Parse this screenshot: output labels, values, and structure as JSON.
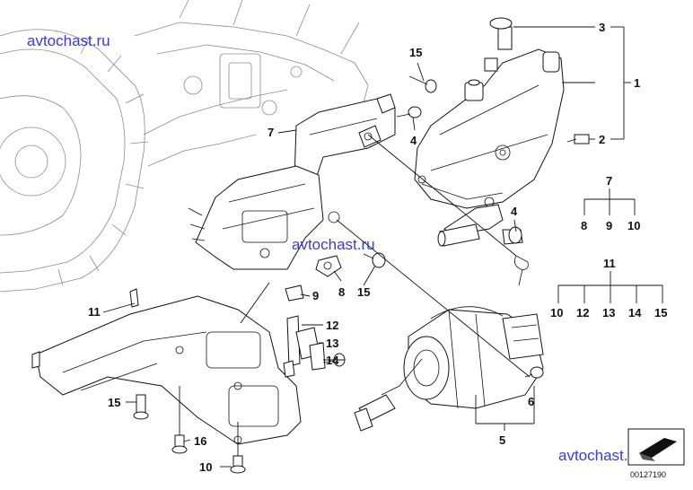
{
  "watermarks": [
    "avtochast.ru",
    "avtochast.ru",
    "avtochast.ru"
  ],
  "diagram_code": "00127190",
  "callouts": {
    "c1": "1",
    "c2": "2",
    "c3": "3",
    "c4a": "4",
    "c4b": "4",
    "c5": "5",
    "c6": "6",
    "c7a": "7",
    "c8a": "8",
    "c9a": "9",
    "c10a": "10",
    "c11a": "11",
    "c12a": "12",
    "c13a": "13",
    "c14a": "14",
    "c15a": "15",
    "c15b": "15",
    "c15c": "15",
    "c16": "16"
  },
  "legend_7": {
    "parent": "7",
    "children": [
      "8",
      "9",
      "10"
    ]
  },
  "legend_11": {
    "parent": "11",
    "children": [
      "10",
      "12",
      "13",
      "14",
      "15"
    ]
  }
}
